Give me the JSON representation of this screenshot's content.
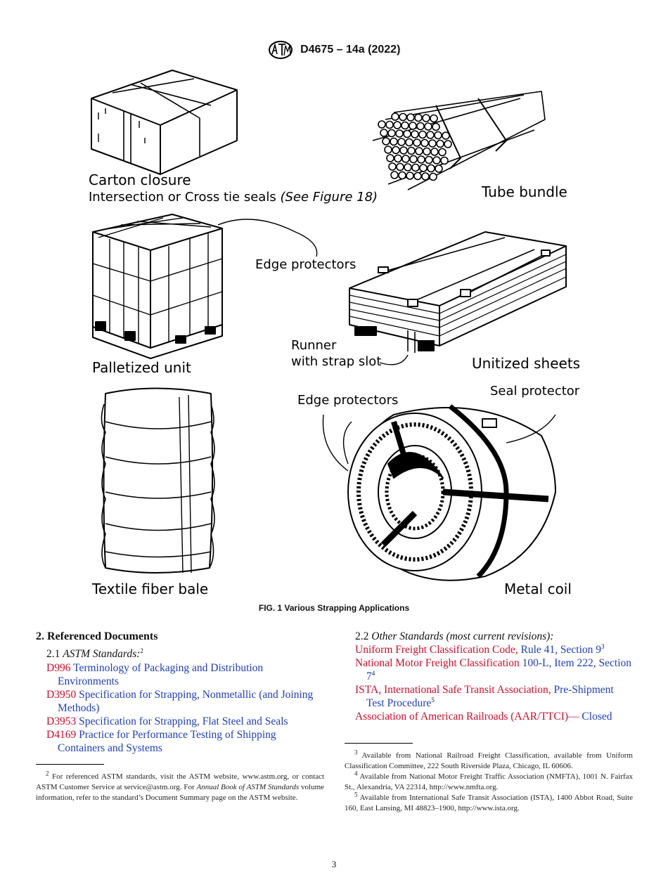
{
  "header": {
    "standard": "D4675 – 14a (2022)"
  },
  "figure": {
    "caption": "FIG. 1 Various Strapping Applications",
    "labels": {
      "carton_closure": "Carton closure",
      "intersection_seals": "Intersection or Cross tie seals",
      "intersection_seals_ref": "(See Figure 18)",
      "tube_bundle": "Tube bundle",
      "edge_protectors_1": "Edge protectors",
      "palletized_unit": "Palletized unit",
      "runner_line1": "Runner",
      "runner_line2": "with strap slot",
      "unitized_sheets": "Unitized sheets",
      "edge_protectors_2": "Edge protectors",
      "seal_protector": "Seal protector",
      "textile_bale": "Textile fiber bale",
      "metal_coil": "Metal coil"
    }
  },
  "left_col": {
    "section_title": "2. Referenced Documents",
    "sub_num": "2.1",
    "sub_title": "ASTM Standards:",
    "sub_sup": "2",
    "refs": [
      {
        "code": "D996",
        "text": "Terminology of Packaging and Distribution Environments"
      },
      {
        "code": "D3950",
        "text": "Specification for Strapping, Nonmetallic (and Joining Methods)"
      },
      {
        "code": "D3953",
        "text": "Specification for Strapping, Flat Steel and Seals"
      },
      {
        "code": "D4169",
        "text": "Practice for Performance Testing of Shipping Containers and Systems"
      }
    ]
  },
  "right_col": {
    "sub_num": "2.2",
    "sub_title": "Other Standards (most current revisions):",
    "refs": [
      {
        "red": "Uniform Freight Classification Code,",
        "blue": "Rule 41, Section 9",
        "sup": "3"
      },
      {
        "red": "National Motor Freight Classification",
        "blue": "100-L, Item 222, Section 7",
        "sup": "4"
      },
      {
        "red": "ISTA, International Safe Transit Association,",
        "blue": "Pre-Shipment Test Procedure",
        "sup": "5"
      },
      {
        "red": "Association of American Railroads (AAR/TTCI)—",
        "blue": "Closed",
        "sup": ""
      }
    ]
  },
  "footnotes": {
    "fn2_num": "2",
    "fn2": "For referenced ASTM standards, visit the ASTM website, www.astm.org, or contact ASTM Customer Service at service@astm.org. For",
    "fn2_it1": "Annual Book of ASTM Standards",
    "fn2_end": "volume information, refer to the standard’s Document Summary page on the ASTM website.",
    "fn3_num": "3",
    "fn3": "Available from National Railroad Freight Classification, available from Uniform Classification Committee, 222 South Riverside Plaza, Chicago, IL 60606.",
    "fn4_num": "4",
    "fn4": "Available from National Motor Freight Traffic Association (NMFTA), 1001 N. Fairfax St., Alexandria, VA 22314, http://www.nmfta.org.",
    "fn5_num": "5",
    "fn5": "Available from International Safe Transit Association (ISTA), 1400 Abbot Road, Suite 160, East Lansing, MI 48823–1900, http://www.ista.org."
  },
  "page_number": "3"
}
